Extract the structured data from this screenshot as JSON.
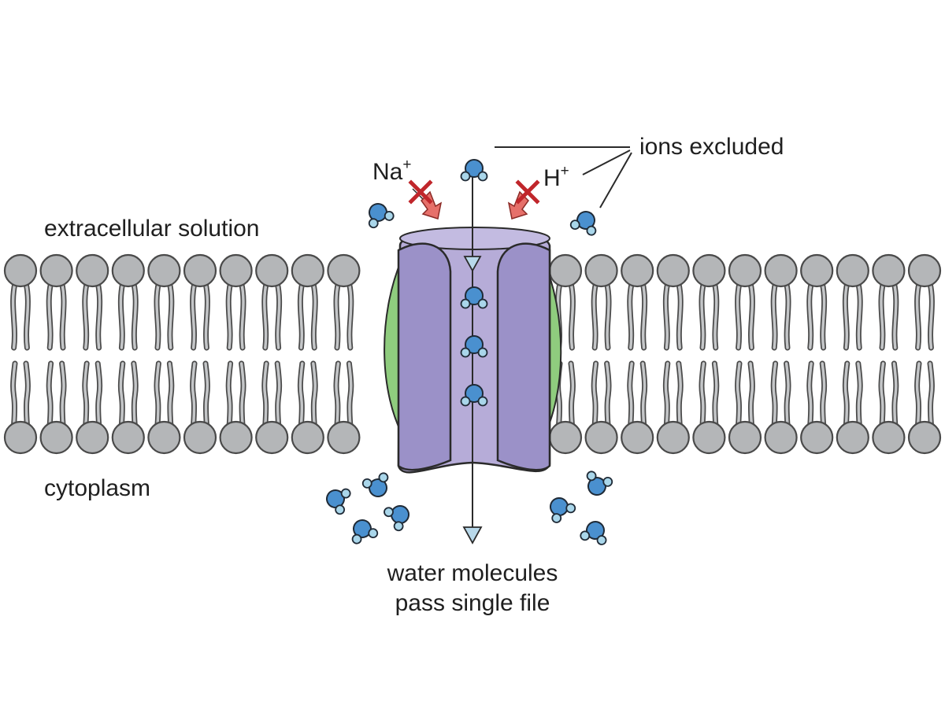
{
  "labels": {
    "extracellular": "extracellular solution",
    "cytoplasm": "cytoplasm",
    "water_line1": "water molecules",
    "water_line2": "pass single file",
    "ions_excluded": "ions excluded",
    "na_symbol": "Na",
    "na_charge": "+",
    "h_symbol": "H",
    "h_charge": "+"
  },
  "colors": {
    "lipid_head": "#b4b6b8",
    "lipid_stroke": "#4a4a4a",
    "channel_outer": "#b3aad4",
    "channel_inner": "#9b91c8",
    "channel_green": "#8fcc7e",
    "water_oxygen": "#4a90cf",
    "water_hydrogen": "#a9d6ea",
    "blocked_x": "#c0262b",
    "blocked_arrow": "#e6706a",
    "flow_arrow_head": "#b8d8ea"
  },
  "icons": {
    "water": "water-molecule-icon",
    "blocked": "blocked-arrow-icon",
    "flow": "down-arrow-icon"
  }
}
